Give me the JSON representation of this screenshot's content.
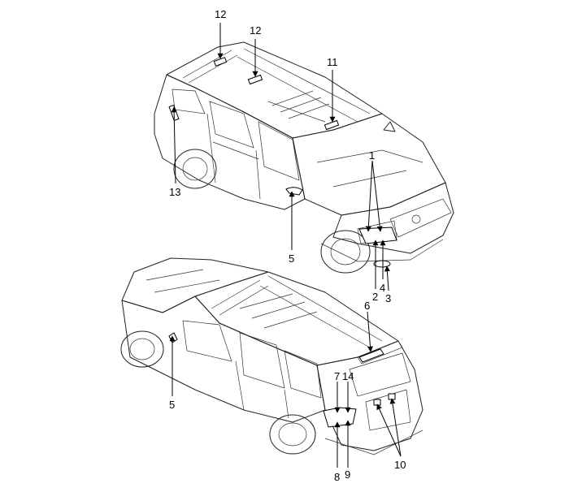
{
  "callouts": {
    "c1": "1",
    "c2": "2",
    "c3": "3",
    "c4": "4",
    "c5_front": "5",
    "c5_rear": "5",
    "c6": "6",
    "c7": "7",
    "c8": "8",
    "c9": "9",
    "c10": "10",
    "c11": "11",
    "c12_a": "12",
    "c12_b": "12",
    "c13": "13",
    "c14": "14"
  }
}
